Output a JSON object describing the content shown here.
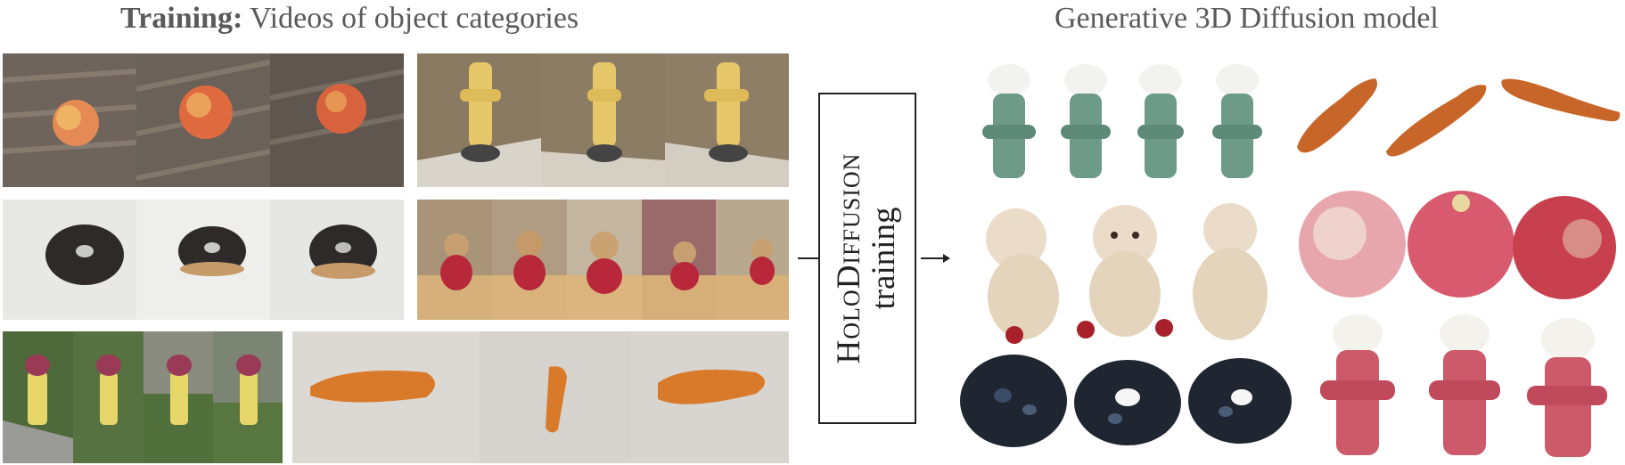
{
  "left_title": {
    "bold": "Training:",
    "rest": " Videos of object categories"
  },
  "right_title": "Generative 3D Diffusion model",
  "method_box": {
    "name": "HoloDiffusion",
    "line2": "training"
  },
  "training_rows": [
    [
      "apple",
      "hydrant-yellow"
    ],
    [
      "donut",
      "teddy-bear"
    ],
    [
      "hydrant-red",
      "carrot"
    ]
  ],
  "generated_rows": [
    [
      "hydrant-green",
      "carrot"
    ],
    [
      "teddy-bear",
      "apple"
    ],
    [
      "donut",
      "hydrant-red"
    ]
  ],
  "colors": {
    "wood": "#6b5e52",
    "apple": "#d9623e",
    "hydrant_yellow": "#e6c86a",
    "donut": "#2e2a2a",
    "teddy": "#d8b27a",
    "carrot": "#d97a2a",
    "hydrant_red": "#c8455c",
    "hydrant_green": "#6e9a88",
    "cream": "#eadcc8"
  }
}
